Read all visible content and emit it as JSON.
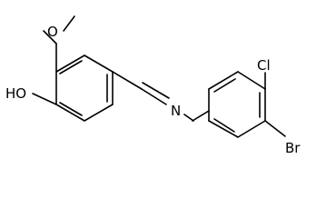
{
  "structure": {
    "atoms": {
      "hydroxyl": "HO",
      "imine_nitrogen": "N",
      "chlorine": "Cl",
      "bromine": "Br"
    },
    "colors": {
      "bond": "#000000",
      "text": "#000000",
      "background": "#ffffff"
    }
  }
}
